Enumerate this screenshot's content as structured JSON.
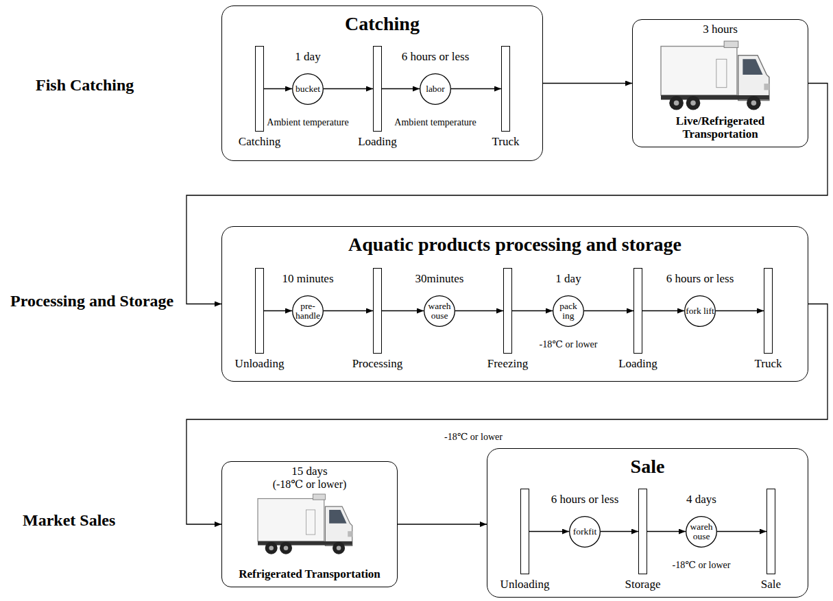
{
  "diagram": {
    "nodes": [
      {
        "text": [
          "Catching"
        ]
      },
      {
        "text": [
          "Catching"
        ],
        "in": 0
      },
      {
        "text": [
          "1 day",
          "bucket",
          "Ambient temperature"
        ],
        "in": 0
      },
      {
        "text": [
          "Loading"
        ],
        "in": 0
      },
      {
        "text": [
          "6 hours or less",
          "labor",
          "Ambient temperature"
        ],
        "in": 0
      },
      {
        "text": [
          "Truck"
        ],
        "in": 0
      },
      {
        "text": [
          "3 hours",
          "Live/Refrigerated Transportation"
        ]
      },
      {
        "text": [
          "Aquatic products processing and storage"
        ]
      },
      {
        "text": [
          "Unloading"
        ],
        "in": 7
      },
      {
        "text": [
          "10 minutes",
          "pre- handle"
        ],
        "in": 7
      },
      {
        "text": [
          "Processing"
        ],
        "in": 7
      },
      {
        "text": [
          "30minutes",
          "wareh ouse"
        ],
        "in": 7
      },
      {
        "text": [
          "Freezing"
        ],
        "in": 7
      },
      {
        "text": [
          "1 day",
          "pack ing",
          "-18℃ or lower"
        ],
        "in": 7
      },
      {
        "text": [
          "Loading"
        ],
        "in": 7
      },
      {
        "text": [
          "6 hours or less",
          "fork lift"
        ],
        "in": 7
      },
      {
        "text": [
          "Truck"
        ],
        "in": 7
      },
      {
        "text": [
          "15 days",
          "(-18℃ or lower)",
          "Refrigerated Transportation"
        ]
      },
      {
        "text": [
          "Sale"
        ]
      },
      {
        "text": [
          "Unloading"
        ],
        "in": 18
      },
      {
        "text": [
          "6 hours or less",
          "forkfit"
        ],
        "in": 18
      },
      {
        "text": [
          "Storage"
        ],
        "in": 18
      },
      {
        "text": [
          "4 days",
          "wareh ouse",
          "-18℃ or lower"
        ],
        "in": 18
      },
      {
        "text": [
          "Sale"
        ],
        "in": 18
      }
    ],
    "edges": [
      {
        "from": 1,
        "to": 2,
        "arrow": "to"
      },
      {
        "from": 2,
        "to": 3,
        "arrow": "to"
      },
      {
        "from": 3,
        "to": 4,
        "arrow": "to"
      },
      {
        "from": 4,
        "to": 5,
        "arrow": "to"
      },
      {
        "from": 0,
        "to": 6,
        "arrow": "to"
      },
      {
        "from": 6,
        "to": 7,
        "arrow": "to"
      },
      {
        "from": 8,
        "to": 9,
        "arrow": "to"
      },
      {
        "from": 9,
        "to": 10,
        "arrow": "to"
      },
      {
        "from": 10,
        "to": 11,
        "arrow": "to"
      },
      {
        "from": 11,
        "to": 12,
        "arrow": "to"
      },
      {
        "from": 12,
        "to": 13,
        "arrow": "to"
      },
      {
        "from": 13,
        "to": 14,
        "arrow": "to"
      },
      {
        "from": 14,
        "to": 15,
        "arrow": "to"
      },
      {
        "from": 15,
        "to": 16,
        "arrow": "to"
      },
      {
        "from": 7,
        "to": 17,
        "arrow": "to"
      },
      {
        "from": 17,
        "to": 18,
        "arrow": "to"
      },
      {
        "from": 19,
        "to": 20,
        "arrow": "to"
      },
      {
        "from": 20,
        "to": 21,
        "arrow": "to"
      },
      {
        "from": 21,
        "to": 22,
        "arrow": "to"
      },
      {
        "from": 22,
        "to": 23,
        "arrow": "to"
      }
    ],
    "labels": [
      "Fish Catching",
      "Processing and Storage",
      "Market Sales",
      "-18℃ or lower"
    ]
  }
}
